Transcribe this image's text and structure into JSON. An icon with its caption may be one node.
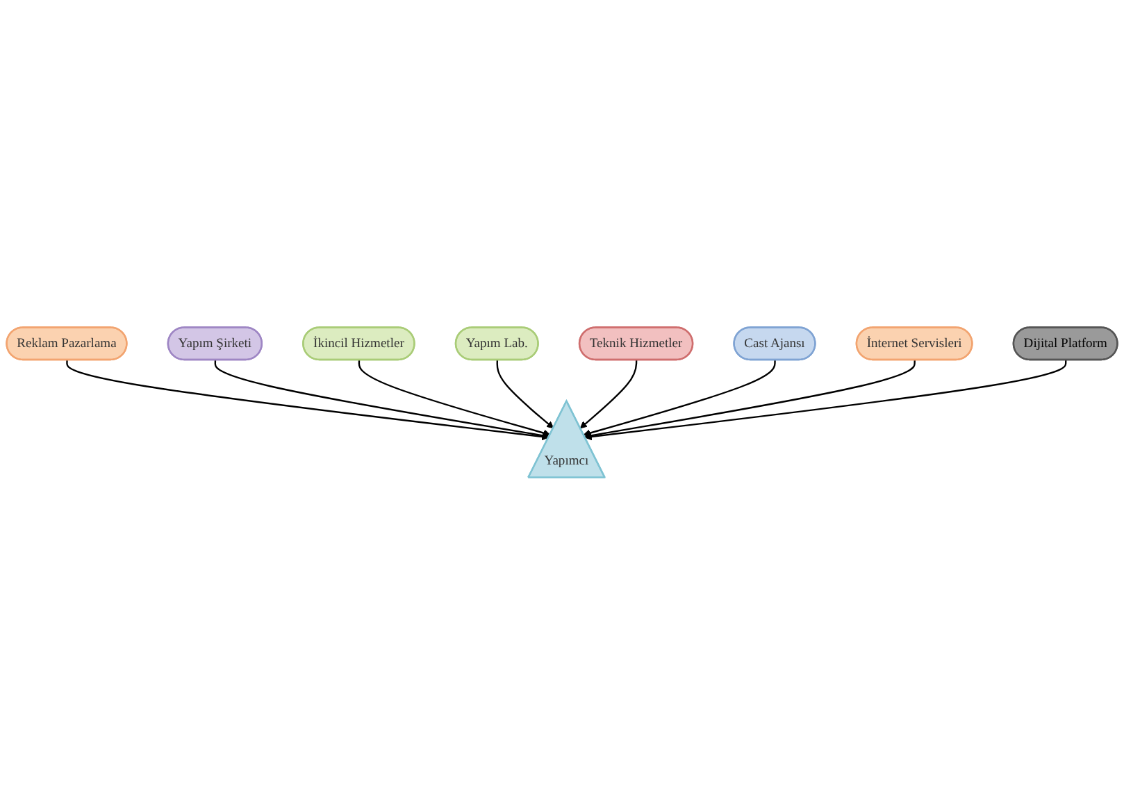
{
  "diagram": {
    "nodes": [
      {
        "text": [
          "Yapımcı"
        ]
      },
      {
        "text": [
          "Reklam Pazarlama"
        ]
      },
      {
        "text": [
          "Yapım Şirketi"
        ]
      },
      {
        "text": [
          "İkincil Hizmetler"
        ]
      },
      {
        "text": [
          "Yapım Lab."
        ]
      },
      {
        "text": [
          "Teknik Hizmetler"
        ]
      },
      {
        "text": [
          "Cast Ajansı"
        ]
      },
      {
        "text": [
          "İnternet Servisleri"
        ]
      },
      {
        "text": [
          "Dijital Platform"
        ]
      }
    ],
    "edges": [
      {
        "from": 1,
        "to": 0,
        "arrow": "to"
      },
      {
        "from": 2,
        "to": 0,
        "arrow": "to"
      },
      {
        "from": 3,
        "to": 0,
        "arrow": "to"
      },
      {
        "from": 4,
        "to": 0,
        "arrow": "to"
      },
      {
        "from": 5,
        "to": 0,
        "arrow": "to"
      },
      {
        "from": 6,
        "to": 0,
        "arrow": "to"
      },
      {
        "from": 7,
        "to": 0,
        "arrow": "to"
      },
      {
        "from": 8,
        "to": 0,
        "arrow": "to"
      }
    ]
  }
}
